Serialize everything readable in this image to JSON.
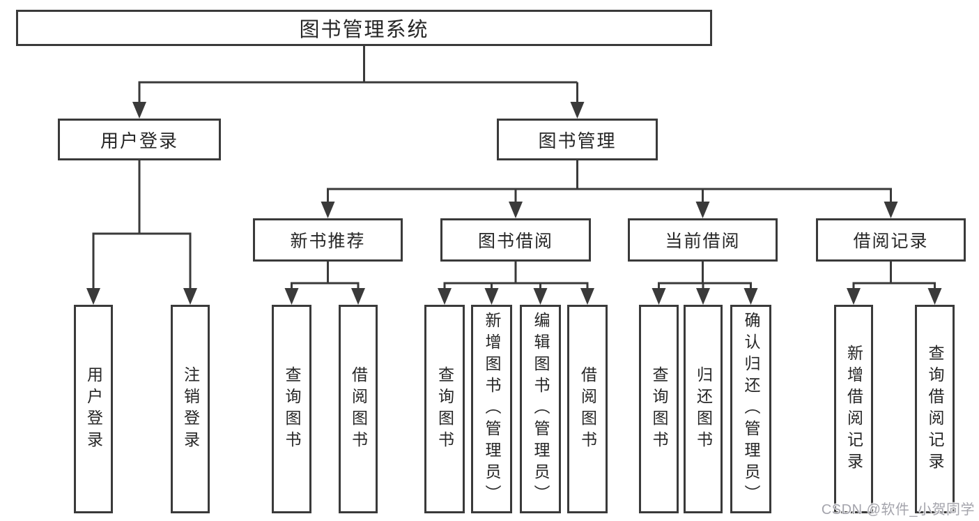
{
  "diagram": {
    "title": "图书管理系统",
    "root": {
      "label": "图书管理系统"
    },
    "level2": {
      "user_login": {
        "label": "用户登录"
      },
      "book_mgmt": {
        "label": "图书管理"
      }
    },
    "level3": {
      "new_book_rec": {
        "label": "新书推荐"
      },
      "book_borrow": {
        "label": "图书借阅"
      },
      "current_borrow": {
        "label": "当前借阅"
      },
      "borrow_records": {
        "label": "借阅记录"
      }
    },
    "level4": {
      "ul_login": {
        "label": "用户登录"
      },
      "ul_logout": {
        "label": "注销登录"
      },
      "nb_query": {
        "label": "查询图书"
      },
      "nb_borrow": {
        "label": "借阅图书"
      },
      "bb_query": {
        "label": "查询图书"
      },
      "bb_add": {
        "label": "新增图书（管理员）"
      },
      "bb_edit": {
        "label": "编辑图书（管理员）"
      },
      "bb_borrow": {
        "label": "借阅图书"
      },
      "cb_query": {
        "label": "查询图书"
      },
      "cb_return": {
        "label": "归还图书"
      },
      "cb_confirm": {
        "label": "确认归还（管理员）"
      },
      "br_add": {
        "label": "新增借阅记录"
      },
      "br_query": {
        "label": "查询借阅记录"
      }
    },
    "colors": {
      "line": "#3a3a3a",
      "box_fill": "#ffffff",
      "text": "#262626"
    }
  },
  "watermark": {
    "text": "CSDN @软件_小贺同学",
    "color": "#a4a4ac"
  }
}
